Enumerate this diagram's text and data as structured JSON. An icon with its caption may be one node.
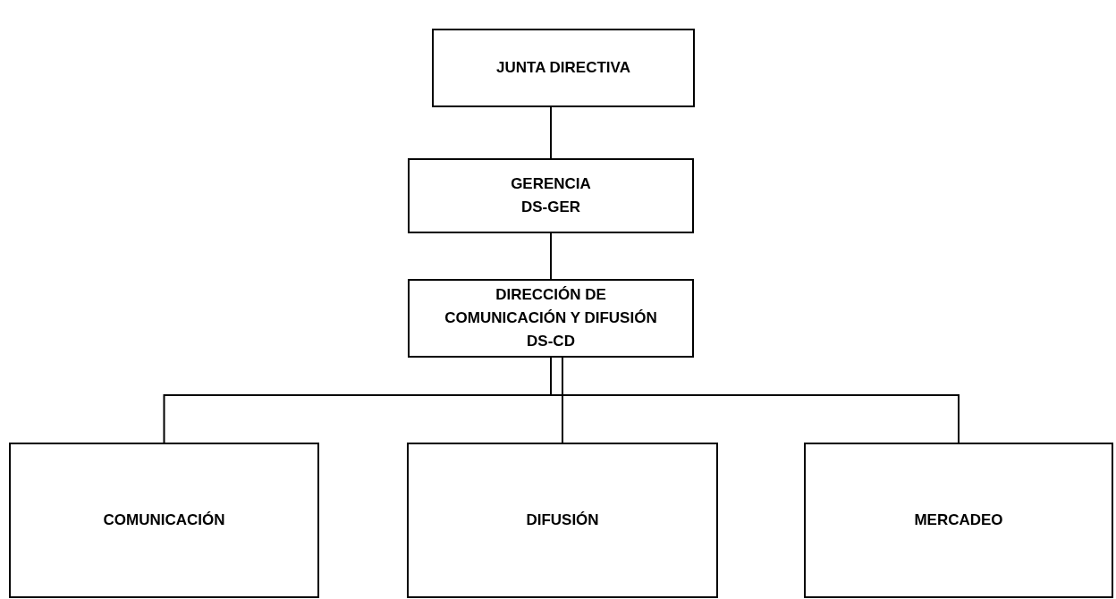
{
  "diagram": {
    "nodes": [
      {
        "text": [
          "JUNTA DIRECTIVA"
        ]
      },
      {
        "text": [
          "GERENCIA DS-GER"
        ]
      },
      {
        "text": [
          "DIRECCIÓN DE COMUNICACIÓN Y DIFUSIÓN DS-CD"
        ]
      },
      {
        "text": [
          "COMUNICACIÓN"
        ]
      },
      {
        "text": [
          "DIFUSIÓN"
        ]
      },
      {
        "text": [
          "MERCADEO"
        ]
      }
    ],
    "edges": [
      {
        "from": 0,
        "to": 1,
        "arrow": "none"
      },
      {
        "from": 1,
        "to": 2,
        "arrow": "none"
      },
      {
        "from": 2,
        "to": 3,
        "arrow": "none"
      },
      {
        "from": 2,
        "to": 4,
        "arrow": "none"
      },
      {
        "from": 2,
        "to": 5,
        "arrow": "none"
      }
    ]
  }
}
